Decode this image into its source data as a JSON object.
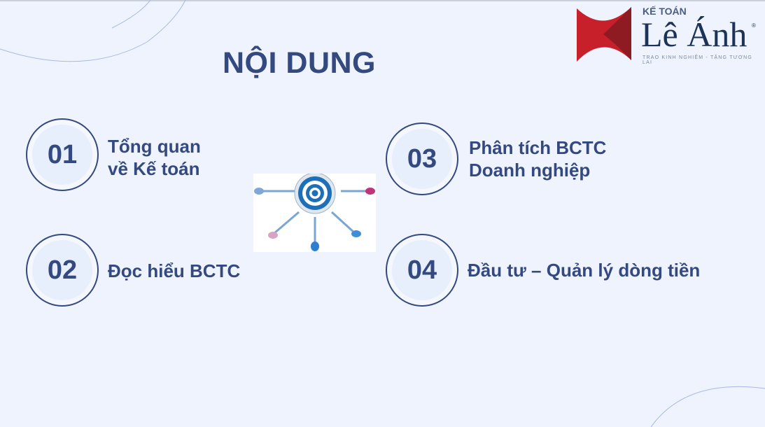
{
  "title": "NỘI DUNG",
  "logo": {
    "top": "KẾ TOÁN",
    "name": "Lê Ánh",
    "registered": "®",
    "tagline": "TRAO KINH NGHIỆM - TẶNG TƯƠNG LAI"
  },
  "items": [
    {
      "number": "01",
      "label_line1": "Tổng quan",
      "label_line2": "về Kế toán"
    },
    {
      "number": "02",
      "label_line1": "Đọc hiểu BCTC"
    },
    {
      "number": "03",
      "label_line1": "Phân tích BCTC",
      "label_line2": "Doanh nghiệp"
    },
    {
      "number": "04",
      "label_line1": "Đầu tư – Quản lý dòng tiền"
    }
  ],
  "colors": {
    "text": "#34497f",
    "background": "#eef3fd",
    "logo_red": "#c8202b"
  }
}
